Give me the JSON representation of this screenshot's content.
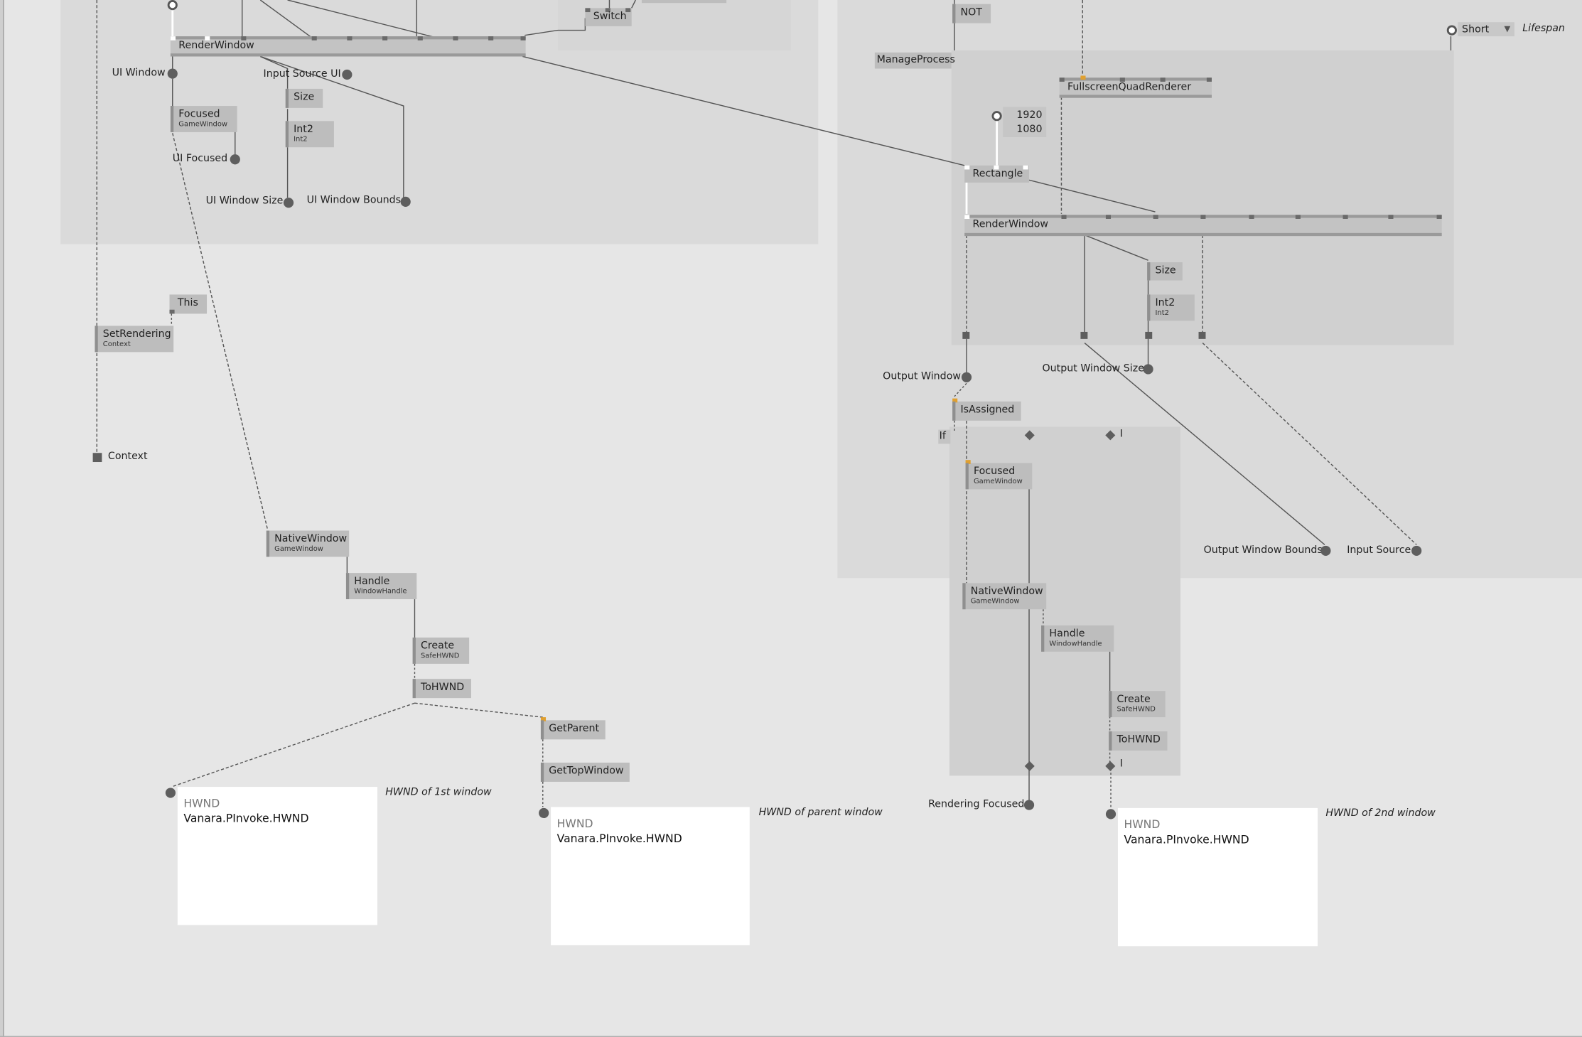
{
  "nodes": {
    "switch": "Switch",
    "not": "NOT",
    "manage_process": "ManageProcess",
    "render_window_ui": "RenderWindow",
    "focused_1": {
      "title": "Focused",
      "sub": "GameWindow"
    },
    "size_1": "Size",
    "int2_1": {
      "title": "Int2",
      "sub": "Int2"
    },
    "this": "This",
    "set_rendering": {
      "title": "SetRendering",
      "sub": "Context"
    },
    "native_window_1": {
      "title": "NativeWindow",
      "sub": "GameWindow"
    },
    "handle_1": {
      "title": "Handle",
      "sub": "WindowHandle"
    },
    "create_1": {
      "title": "Create",
      "sub": "SafeHWND"
    },
    "tohwnd_1": "ToHWND",
    "get_parent": "GetParent",
    "get_top_window": "GetTopWindow",
    "fullscreen_quad": "FullscreenQuadRenderer",
    "rectangle": "Rectangle",
    "render_window_out": "RenderWindow",
    "size_2": "Size",
    "int2_2": {
      "title": "Int2",
      "sub": "Int2"
    },
    "is_assigned": "IsAssigned",
    "if": "If",
    "focused_2": {
      "title": "Focused",
      "sub": "GameWindow"
    },
    "native_window_2": {
      "title": "NativeWindow",
      "sub": "GameWindow"
    },
    "handle_2": {
      "title": "Handle",
      "sub": "WindowHandle"
    },
    "create_2": {
      "title": "Create",
      "sub": "SafeHWND"
    },
    "tohwnd_2": "ToHWND"
  },
  "pads": {
    "ui_window": "UI Window",
    "input_source_ui": "Input Source UI",
    "ui_focused": "UI Focused",
    "ui_window_size": "UI Window Size",
    "ui_window_bounds": "UI Window Bounds",
    "context": "Context",
    "output_window": "Output Window",
    "output_window_size": "Output Window Size",
    "output_window_bounds": "Output Window Bounds",
    "input_source": "Input Source",
    "rendering_focused": "Rendering Focused",
    "pipe_1": "I",
    "pipe_2": "I"
  },
  "lifespan": {
    "value": "Short",
    "label": "Lifespan"
  },
  "resolution": {
    "width": "1920",
    "height": "1080"
  },
  "panels": [
    {
      "header": "HWND",
      "value": "Vanara.PInvoke.HWND",
      "comment": "HWND of 1st window"
    },
    {
      "header": "HWND",
      "value": "Vanara.PInvoke.HWND",
      "comment": "HWND of parent window"
    },
    {
      "header": "HWND",
      "value": "Vanara.PInvoke.HWND",
      "comment": "HWND of 2nd window"
    }
  ],
  "colors": {
    "canvas": "#e6e6e6",
    "region": "#dadada",
    "node": "#bdbdbd",
    "pad": "#5e5e5e",
    "panel": "#ffffff",
    "accent_pin": "#e0a030"
  }
}
